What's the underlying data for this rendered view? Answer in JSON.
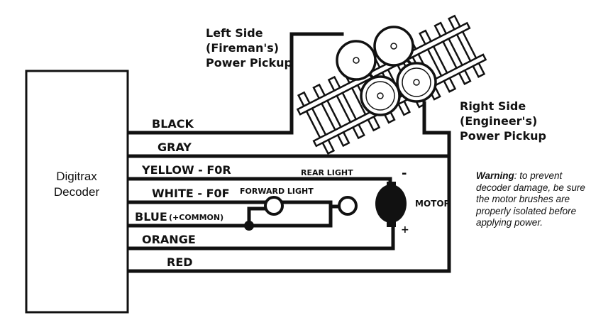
{
  "decoder": {
    "line1": "Digitrax",
    "line2": "Decoder"
  },
  "wires": {
    "black": "BLACK",
    "gray": "GRAY",
    "yellow": "YELLOW - F0R",
    "white": "WHITE - F0F",
    "blue_main": "BLUE",
    "blue_sub": "(+COMMON)",
    "orange": "ORANGE",
    "red": "RED"
  },
  "pickups": {
    "left": [
      "Left Side",
      "(Fireman's)",
      "Power Pickup"
    ],
    "right": [
      "Right Side",
      "(Engineer's)",
      "Power Pickup"
    ]
  },
  "components": {
    "rear_light": "REAR LIGHT",
    "forward_light": "FORWARD LIGHT",
    "motor": "MOTOR",
    "minus": "-",
    "plus": "+"
  },
  "warning": {
    "lead": "Warning",
    "text": ": to prevent decoder damage, be sure the motor brushes are properly isolated before applying power."
  }
}
